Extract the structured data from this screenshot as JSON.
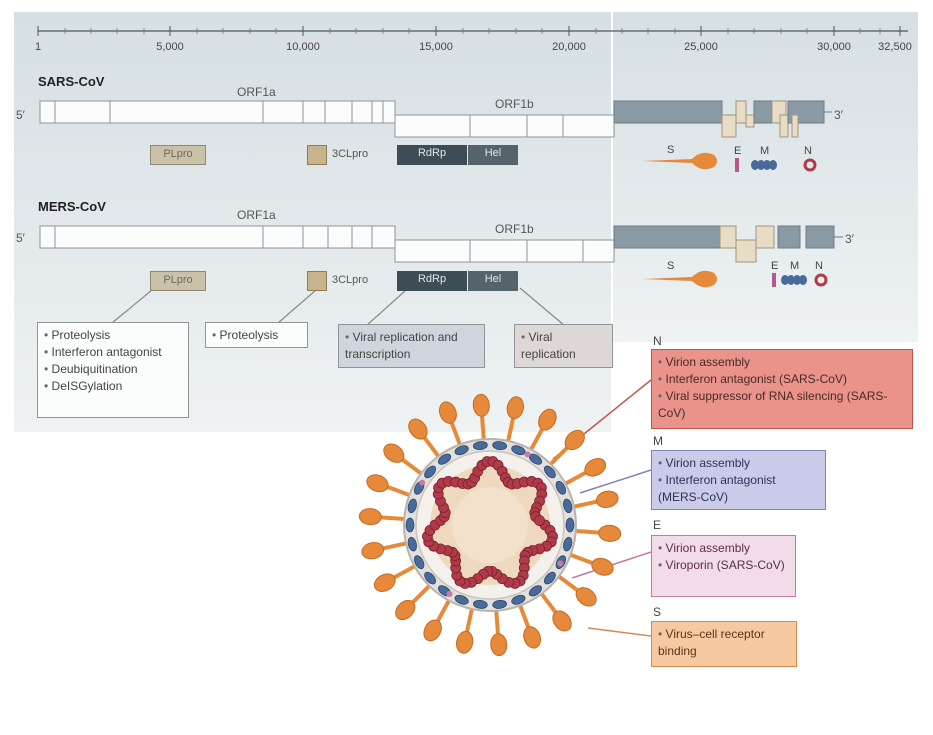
{
  "axis": {
    "ticks": [
      "1",
      "5,000",
      "10,000",
      "15,000",
      "20,000",
      "25,000",
      "30,000",
      "32,500"
    ]
  },
  "sars": {
    "name": "SARS-CoV",
    "orf1a": "ORF1a",
    "orf1b": "ORF1b",
    "five_prime": "5′",
    "three_prime": "3′",
    "plpro": "PLpro",
    "clpro": "3CLpro",
    "rdrp": "RdRp",
    "hel": "Hel",
    "s": "S",
    "e": "E",
    "m": "M",
    "n": "N"
  },
  "mers": {
    "name": "MERS-CoV",
    "orf1a": "ORF1a",
    "orf1b": "ORF1b",
    "five_prime": "5′",
    "three_prime": "3′",
    "plpro": "PLpro",
    "clpro": "3CLpro",
    "rdrp": "RdRp",
    "hel": "Hel",
    "s": "S",
    "e": "E",
    "m": "M",
    "n": "N"
  },
  "function_boxes": {
    "plpro": [
      "Proteolysis",
      "Interferon antagonist",
      "Deubiquitination",
      "DeISGylation"
    ],
    "clpro": [
      "Proteolysis"
    ],
    "rdrp": [
      "Viral replication and transcription"
    ],
    "hel": [
      "Viral replication"
    ]
  },
  "protein_boxes": {
    "n": {
      "label": "N",
      "items": [
        "Virion assembly",
        "Interferon antagonist (SARS-CoV)",
        "Viral suppressor of RNA silencing (SARS-CoV)"
      ],
      "fill": "#e9938a",
      "border": "#c0554c"
    },
    "m": {
      "label": "M",
      "items": [
        "Virion assembly",
        "Interferon antagonist (MERS-CoV)"
      ],
      "fill": "#c9cbe9",
      "border": "#7d82b8"
    },
    "e": {
      "label": "E",
      "items": [
        "Virion assembly",
        "Viroporin (SARS-CoV)"
      ],
      "fill": "#f3dcea",
      "border": "#c07aa3"
    },
    "s": {
      "label": "S",
      "items": [
        "Virus–cell receptor binding"
      ],
      "fill": "#f7c9a0",
      "border": "#d88a4c"
    }
  },
  "colors": {
    "panel_bg": "#e3e9ec",
    "structural_gene": "#8a9aa4",
    "accessory_gene": "#e8dcc4",
    "rdrp_fill": "#3e4d55",
    "hel_fill": "#55636b",
    "plpro_fill": "#c9c1a8",
    "clpro_fill": "#c8b48a",
    "spike_orange": "#e6893a",
    "m_blue": "#4a6a9a",
    "n_red": "#b03a48",
    "core_beige": "#eed9bf"
  }
}
